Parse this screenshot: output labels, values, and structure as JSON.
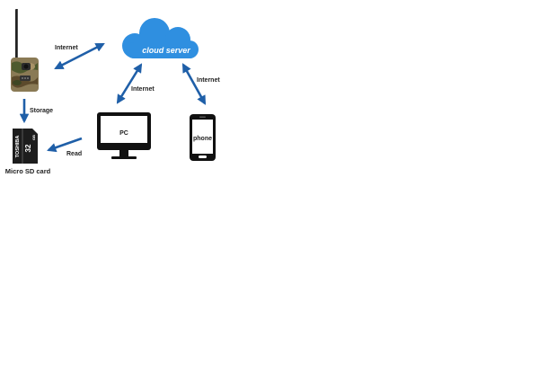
{
  "nodes": {
    "cloud": {
      "label": "cloud server",
      "icon": "cloud-icon",
      "color": "#2f8fe0"
    },
    "camera": {
      "icon": "trail-camera-icon"
    },
    "sd_card": {
      "label": "Micro SD card",
      "icon": "micro-sd-card-icon",
      "brand": "TOSHIBA",
      "capacity": "32",
      "capacity_unit": "GB"
    },
    "pc": {
      "label": "PC",
      "icon": "monitor-icon"
    },
    "phone": {
      "label": "phone",
      "icon": "smartphone-icon"
    }
  },
  "edges": {
    "camera_cloud": {
      "label": "Internet"
    },
    "pc_cloud": {
      "label": "Internet"
    },
    "phone_cloud": {
      "label": "Internet"
    },
    "camera_sd": {
      "label": "Storage"
    },
    "pc_sd": {
      "label": "Read"
    }
  },
  "colors": {
    "arrow": "#1f5fa8",
    "device": "#111111",
    "cloud": "#2f8fe0"
  }
}
